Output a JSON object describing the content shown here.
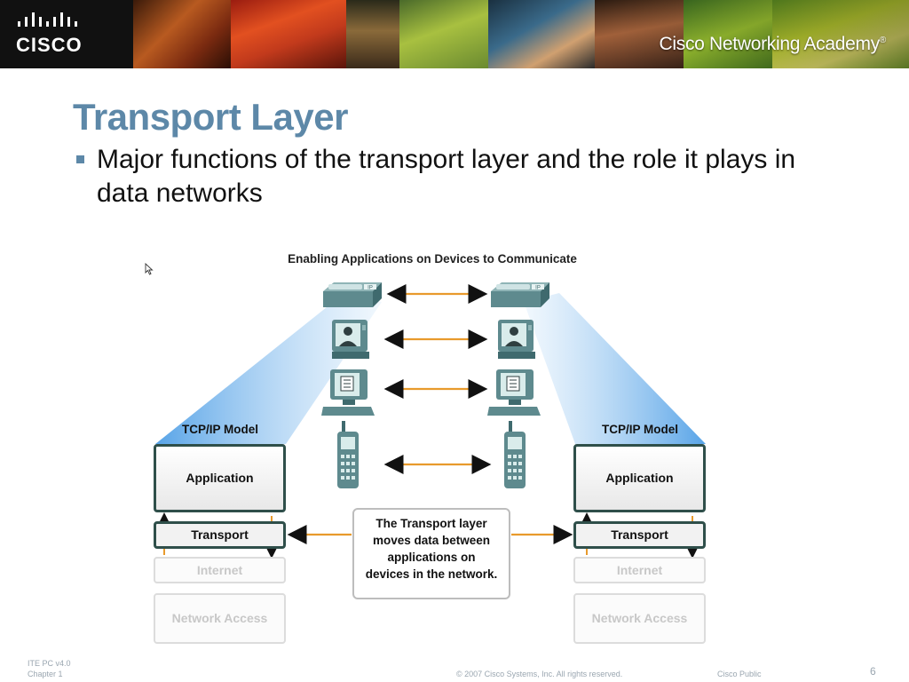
{
  "banner": {
    "logo_text": "CISCO",
    "academy_text": "Cisco Networking Academy",
    "academy_mark": "®"
  },
  "slide": {
    "title": "Transport Layer",
    "bullet": "Major functions of the transport layer and the role it plays in data networks"
  },
  "diagram": {
    "title": "Enabling Applications on Devices  to Communicate",
    "left_model": {
      "label": "TCP/IP Model",
      "layers": [
        "Application",
        "Transport",
        "Internet",
        "Network Access"
      ]
    },
    "right_model": {
      "label": "TCP/IP Model",
      "layers": [
        "Application",
        "Transport",
        "Internet",
        "Network Access"
      ]
    },
    "devices": [
      "ip-phone-icon",
      "video-terminal-icon",
      "computer-icon",
      "mobile-phone-icon"
    ],
    "phone_tag": "IP",
    "callout": [
      "The Transport layer",
      "moves data between",
      "applications on",
      "devices in the network."
    ],
    "colors": {
      "arrow": "#e89a2c",
      "layer_border": "#2f4f4a",
      "beam": "#9cc8ee",
      "device": "#5e8a8e"
    }
  },
  "footer": {
    "course": "ITE PC v4.0",
    "chapter": "Chapter 1",
    "copyright": "© 2007 Cisco Systems, Inc. All rights reserved.",
    "classification": "Cisco Public",
    "page_number": "6"
  }
}
